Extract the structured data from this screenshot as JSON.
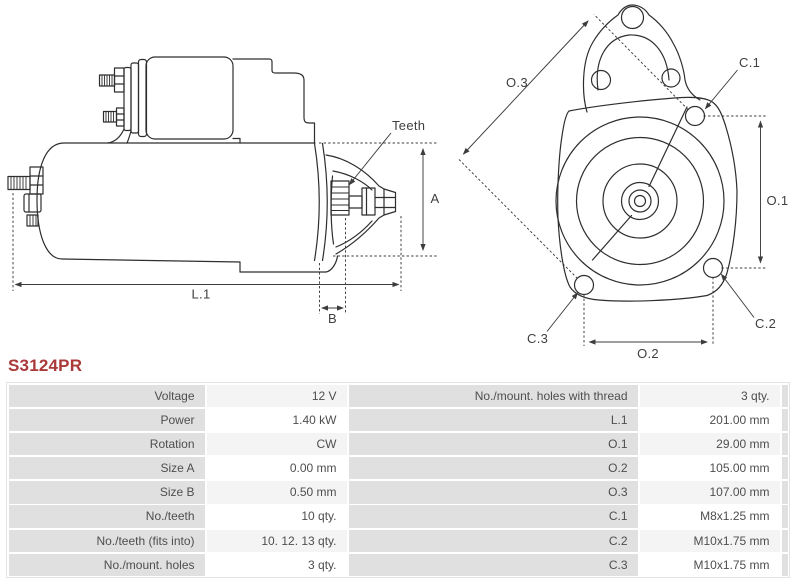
{
  "part_number": "S3124PR",
  "diagram": {
    "side_view_labels": {
      "teeth": "Teeth",
      "a": "A",
      "l1": "L.1",
      "b": "B"
    },
    "front_view_labels": {
      "o3": "O.3",
      "c1": "C.1",
      "o1": "O.1",
      "c3": "C.3",
      "o2": "O.2",
      "c2": "C.2"
    }
  },
  "specs": {
    "rows": [
      {
        "label_left": "Voltage",
        "value_left": "12 V",
        "label_right": "No./mount. holes with thread",
        "value_right": "3 qty."
      },
      {
        "label_left": "Power",
        "value_left": "1.40 kW",
        "label_right": "L.1",
        "value_right": "201.00 mm"
      },
      {
        "label_left": "Rotation",
        "value_left": "CW",
        "label_right": "O.1",
        "value_right": "29.00 mm"
      },
      {
        "label_left": "Size A",
        "value_left": "0.00 mm",
        "label_right": "O.2",
        "value_right": "105.00 mm"
      },
      {
        "label_left": "Size B",
        "value_left": "0.50 mm",
        "label_right": "O.3",
        "value_right": "107.00 mm"
      },
      {
        "label_left": "No./teeth",
        "value_left": "10 qty.",
        "label_right": "C.1",
        "value_right": "M8x1.25 mm"
      },
      {
        "label_left": "No./teeth (fits into)",
        "value_left": "10. 12. 13 qty.",
        "label_right": "C.2",
        "value_right": "M10x1.75 mm"
      },
      {
        "label_left": "No./mount. holes",
        "value_left": "3 qty.",
        "label_right": "C.3",
        "value_right": "M10x1.75 mm"
      }
    ]
  },
  "colors": {
    "part_number_red": "#aa3939",
    "drawing_stroke": "#2e2e2e",
    "dimension_stroke": "#3c3c3c",
    "label_cell_gray": "#e0e0e0",
    "value_cell_tint": "#f4f4f4",
    "table_text": "#4e4e4e"
  }
}
